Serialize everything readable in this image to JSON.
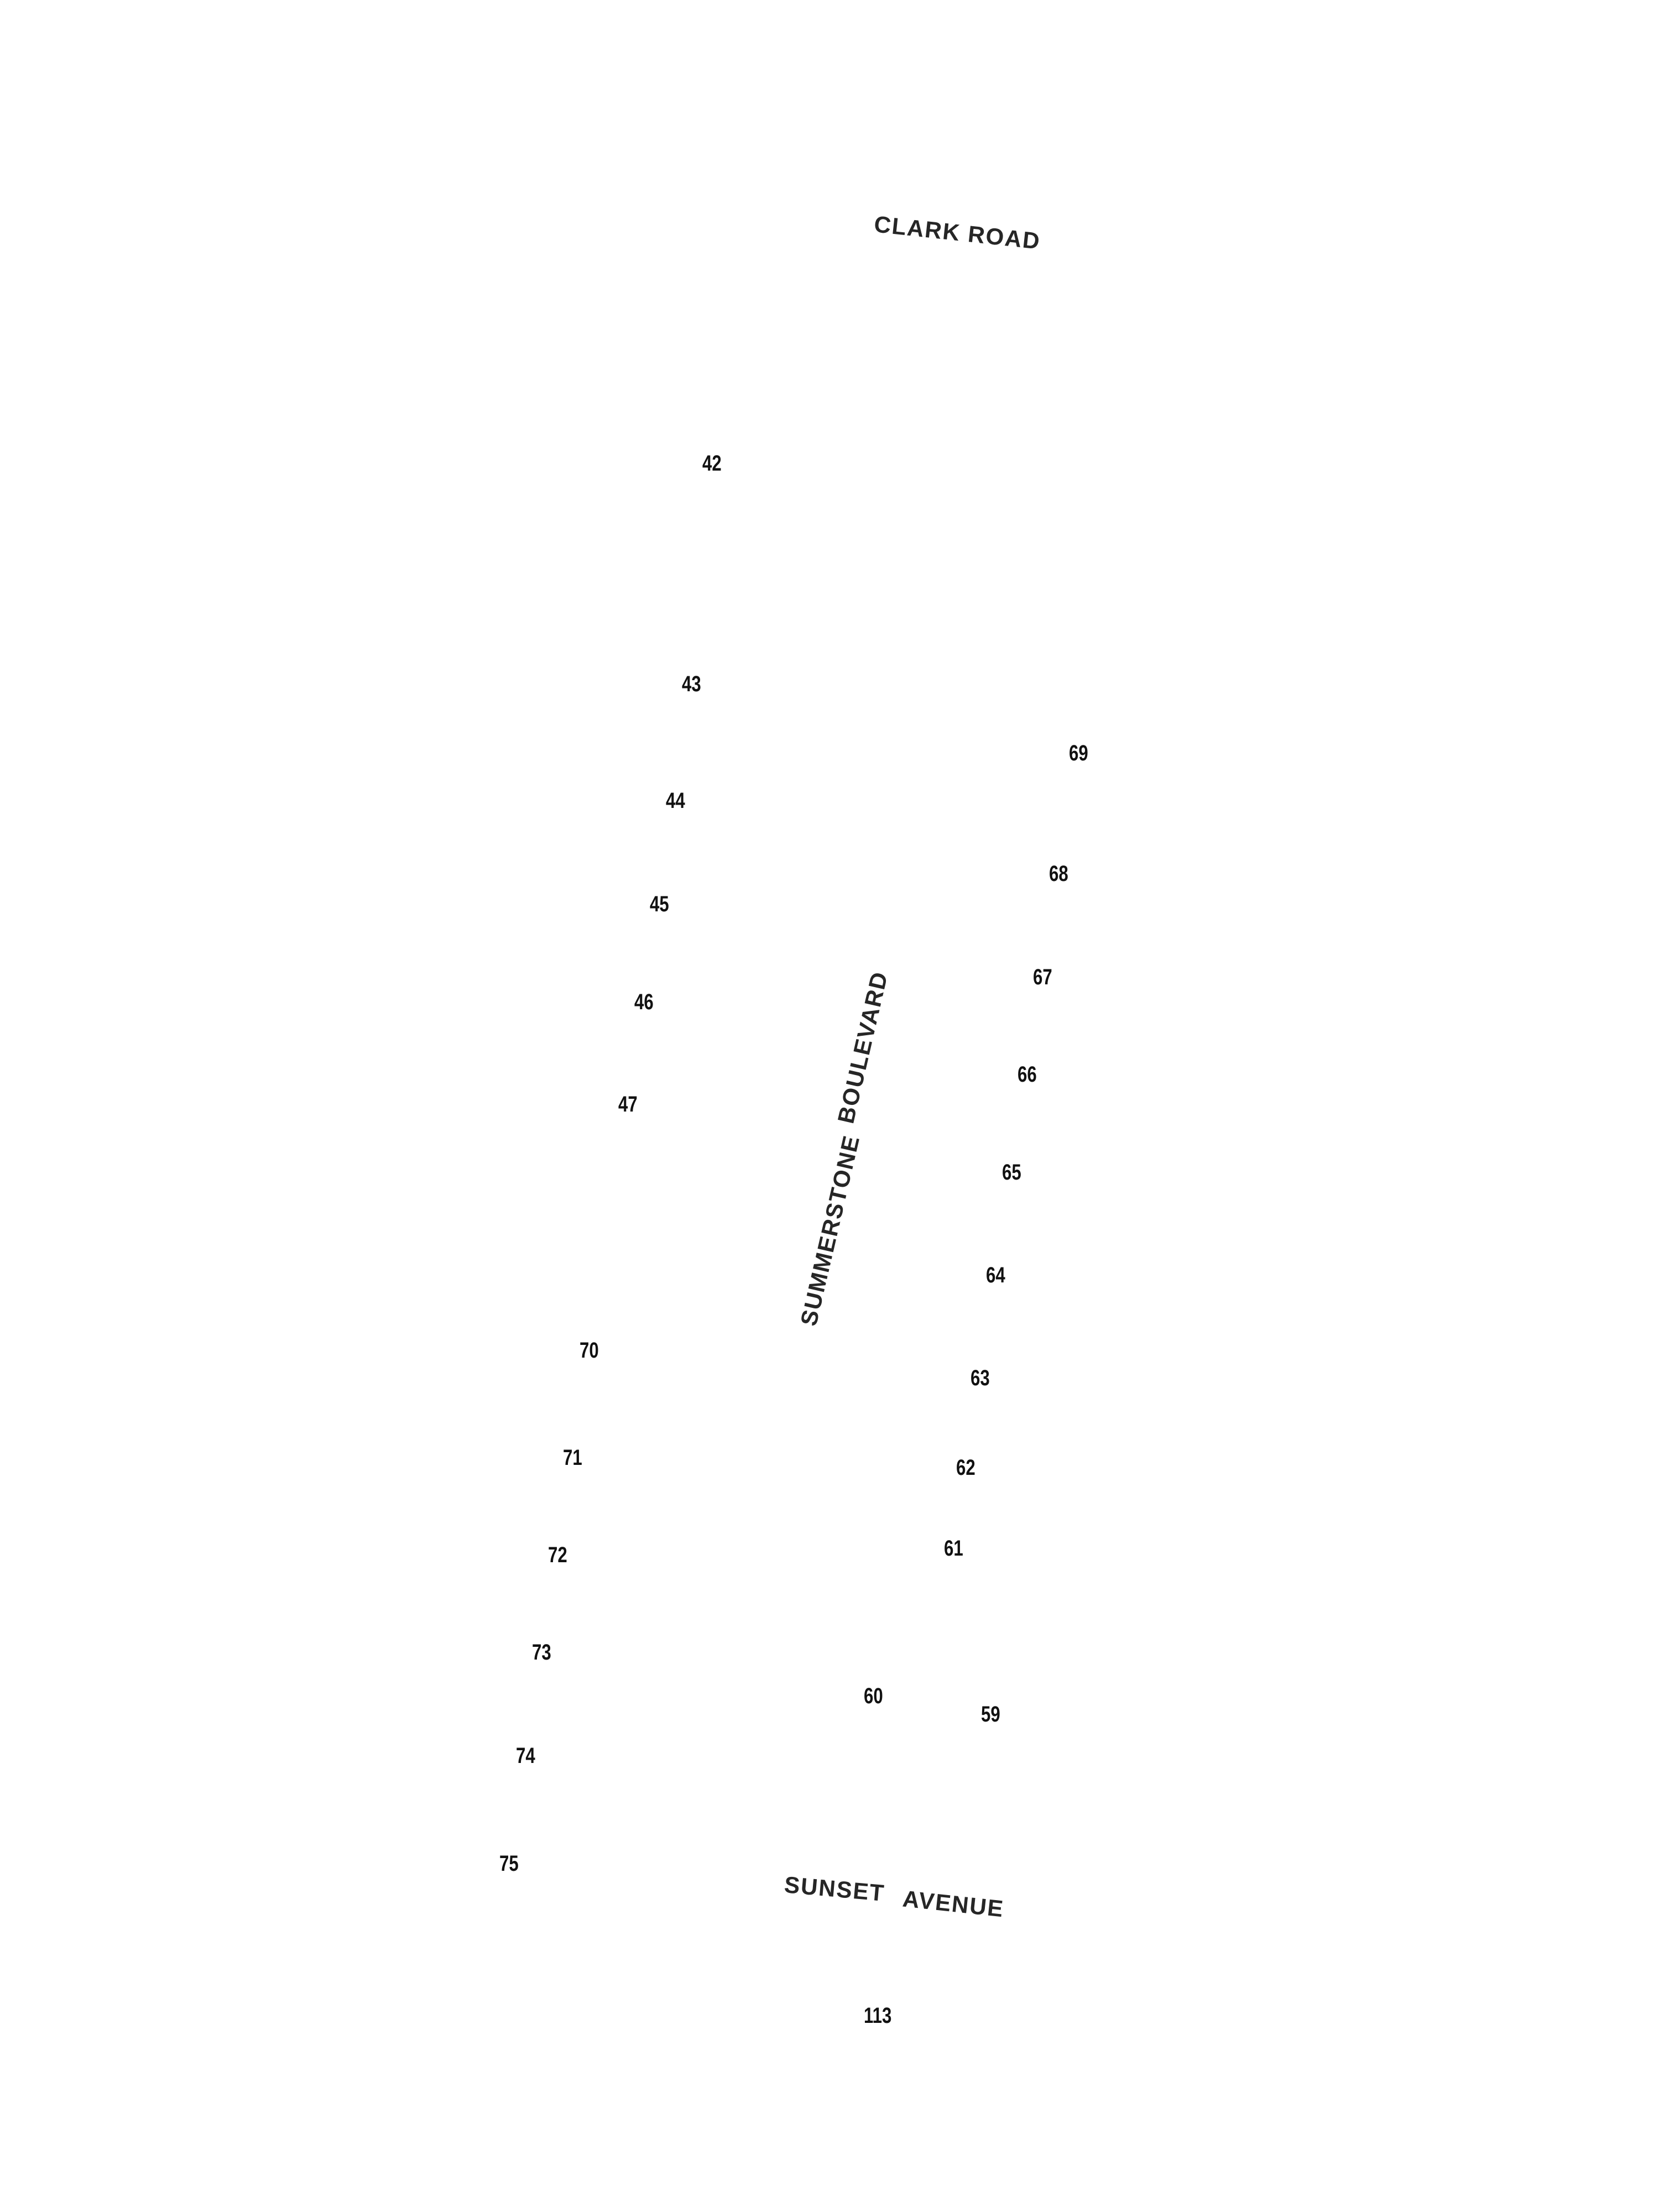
{
  "streets": {
    "clark_road": "CLARK ROAD",
    "summerstone_1": "SUMMERSTONE",
    "summerstone_2": "BOULEVARD",
    "sunset_1": "SUNSET",
    "sunset_2": "AVENUE"
  },
  "lots": {
    "l42": "42",
    "l43": "43",
    "l44": "44",
    "l45": "45",
    "l46": "46",
    "l47": "47",
    "l59": "59",
    "l60": "60",
    "l61": "61",
    "l62": "62",
    "l63": "63",
    "l64": "64",
    "l65": "65",
    "l66": "66",
    "l67": "67",
    "l68": "68",
    "l69": "69",
    "l70": "70",
    "l71": "71",
    "l72": "72",
    "l73": "73",
    "l74": "74",
    "l75": "75",
    "l113": "113"
  }
}
